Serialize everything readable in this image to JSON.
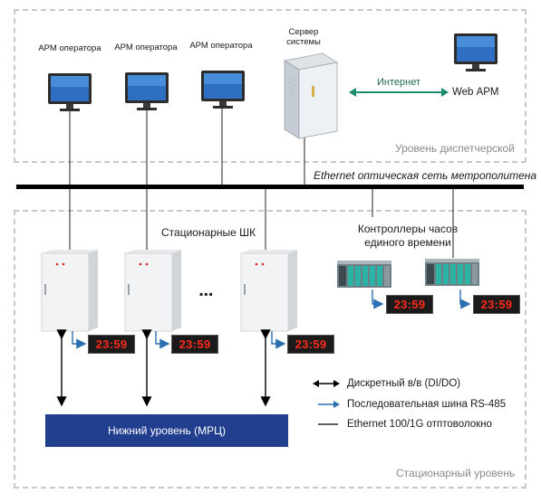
{
  "zones": {
    "dispatcher": {
      "label": "Уровень диспетчерской"
    },
    "stationary": {
      "label": "Стационарный уровень"
    }
  },
  "workstations": [
    {
      "label": "АРМ оператора"
    },
    {
      "label": "АРМ оператора"
    },
    {
      "label": "АРМ оператора"
    }
  ],
  "server": {
    "label": "Сервер системы"
  },
  "internet": {
    "label": "Интернет"
  },
  "web_apm": {
    "label": "Web АРМ"
  },
  "bus": {
    "label": "Ethernet оптическая сеть метрополитена"
  },
  "cabinets": {
    "title": "Стационарные ШК",
    "ellipsis": "▪▪▪"
  },
  "controllers": {
    "title": "Контроллеры часов единого времени"
  },
  "clocks": [
    "23:59",
    "23:59",
    "23:59",
    "23:59",
    "23:59"
  ],
  "mrc": {
    "label": "Нижний уровень (МРЦ)"
  },
  "legend": {
    "discrete": "Дискретный в/в (DI/DO)",
    "serial": "Последовательная шина RS-485",
    "ethernet": "Ethernet 100/1G отптоволокно"
  },
  "colors": {
    "bus": "#000000",
    "mrc_block": "#223e8e",
    "clock_digits": "#ff2a1a",
    "serial_arrow": "#2a6fb0",
    "internet_arrow": "#1e8a6e"
  }
}
